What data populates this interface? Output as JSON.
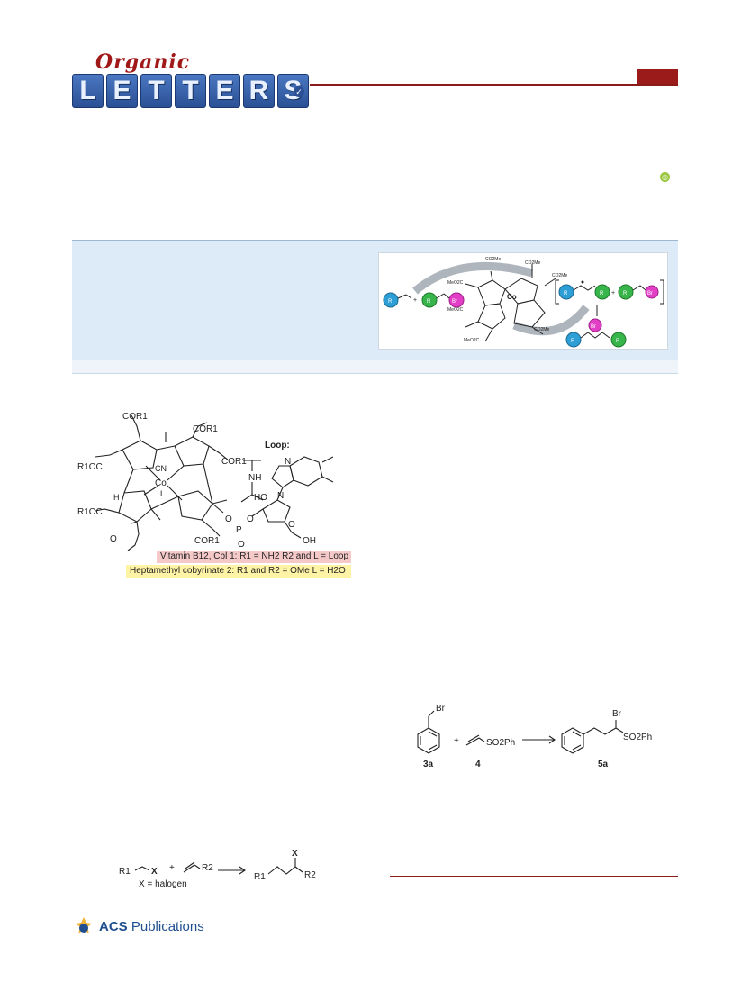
{
  "header": {
    "logo_script": "Organic",
    "logo_letters": [
      "L",
      "E",
      "T",
      "T",
      "E",
      "R",
      "S"
    ]
  },
  "toc": {
    "co_label": "Co",
    "r_label": "R",
    "br_label": "Br",
    "co2me": "CO2Me",
    "meo2c": "MeO2C"
  },
  "figure1": {
    "cor1_labels": [
      "COR1",
      "COR1",
      "COR1",
      "COR1"
    ],
    "r1oc_labels": [
      "R1OC",
      "R1OC"
    ],
    "cn_label": "CN",
    "co_label": "Co",
    "l_label": "L",
    "r2_label": "R2",
    "loop_label": "Loop:",
    "nh_label": "NH",
    "ho_label": "HO",
    "oh_label": "OH",
    "n_label": "N",
    "o_label": "O",
    "p_label": "P",
    "h_label": "H",
    "legend_vitamin": "Vitamin B12, Cbl 1: R1 = NH2 R2 and L = Loop",
    "legend_cobyrinate": "Heptamethyl cobyrinate 2: R1 and R2 = OMe  L = H2O"
  },
  "scheme1": {
    "br_label": "Br",
    "plus": "+",
    "so2ph": "SO2Ph",
    "compound_labels": [
      "3a",
      "4",
      "5a"
    ]
  },
  "scheme_general": {
    "r1": "R1",
    "x": "X",
    "plus": "+",
    "r2": "R2",
    "x_def": "X = halogen"
  },
  "footer": {
    "publisher_bold": "ACS",
    "publisher": "Publications"
  }
}
